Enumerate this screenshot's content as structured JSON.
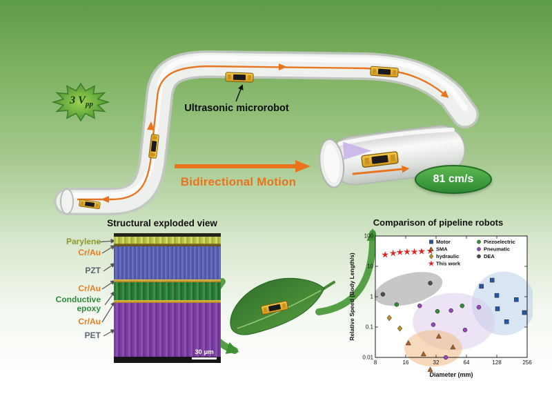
{
  "scene": {
    "voltage_text": "3 V",
    "voltage_sub": "pp",
    "microrobot_label": "Ultrasonic microrobot",
    "motion_label": "Bidirectional Motion",
    "speed_badge": "81 cm/s"
  },
  "colors": {
    "accent_orange": "#e8751e",
    "accent_green": "#3f8f33",
    "badge_green": "#2c8a33",
    "tube_gray": "#e7eae7"
  },
  "exploded_view": {
    "title": "Structural exploded view",
    "scale_bar": "30 μm",
    "layers": [
      {
        "label": "Parylene",
        "color": "#8f9a27"
      },
      {
        "label": "Cr/Au",
        "color": "#e87c1e"
      },
      {
        "label": "PZT",
        "color": "#5c6370"
      },
      {
        "label": "Cr/Au",
        "color": "#e87c1e"
      },
      {
        "label": "Conductive epoxy",
        "color": "#2e8b3d"
      },
      {
        "label": "Cr/Au",
        "color": "#e87c1e"
      },
      {
        "label": "PET",
        "color": "#5c6370"
      }
    ]
  },
  "chart_data": {
    "type": "scatter",
    "title": "Comparison of pipeline robots",
    "xlabel": "Diameter (mm)",
    "ylabel": "Relative Speed (Body Length/s)",
    "xscale": "log2",
    "yscale": "log10",
    "xlim": [
      8,
      256
    ],
    "ylim": [
      0.01,
      100
    ],
    "xticks": [
      8,
      16,
      32,
      64,
      128,
      256
    ],
    "yticks": [
      100,
      10,
      1,
      0.1,
      0.01
    ],
    "legend_position": "top-inside, two columns",
    "series": [
      {
        "name": "Motor",
        "marker": "square",
        "color": "#2457a8",
        "points": [
          [
            90,
            2.2
          ],
          [
            115,
            3.5
          ],
          [
            128,
            1.1
          ],
          [
            130,
            0.4
          ],
          [
            160,
            0.15
          ],
          [
            200,
            0.8
          ],
          [
            240,
            0.3
          ]
        ]
      },
      {
        "name": "SMA",
        "marker": "triangle",
        "color": "#b06020",
        "points": [
          [
            17,
            0.03
          ],
          [
            24,
            0.013
          ],
          [
            34,
            0.05
          ],
          [
            47,
            0.022
          ],
          [
            28,
            0.004
          ]
        ]
      },
      {
        "name": "hydraulic",
        "marker": "diamond",
        "color": "#b8912a",
        "points": [
          [
            11,
            0.2
          ],
          [
            14,
            0.09
          ]
        ]
      },
      {
        "name": "This work",
        "marker": "star",
        "color": "#e02020",
        "points": [
          [
            10,
            24
          ],
          [
            12,
            27
          ],
          [
            14,
            29
          ],
          [
            16.5,
            30
          ],
          [
            19.5,
            30
          ],
          [
            23,
            31
          ],
          [
            28,
            32
          ]
        ]
      },
      {
        "name": "Piezoelectric",
        "marker": "circle",
        "color": "#2f8f3a",
        "points": [
          [
            13,
            0.55
          ],
          [
            33,
            0.33
          ],
          [
            58,
            0.5
          ]
        ]
      },
      {
        "name": "Pneumatic",
        "marker": "circle",
        "color": "#9447b8",
        "points": [
          [
            22,
            0.5
          ],
          [
            30,
            0.12
          ],
          [
            45,
            0.35
          ],
          [
            62,
            0.08
          ],
          [
            85,
            0.45
          ],
          [
            40,
            0.01
          ]
        ]
      },
      {
        "name": "DEA",
        "marker": "circle",
        "color": "#4d4d4d",
        "points": [
          [
            9.5,
            1.2
          ],
          [
            28,
            2.8
          ]
        ]
      }
    ],
    "regions": [
      {
        "cx": 17,
        "cy": 1.8,
        "rx_octaves": 1.15,
        "ry_decades": 0.5,
        "rotate_deg": -14,
        "color": "#8f8f8f",
        "opacity": 0.5
      },
      {
        "cx": 150,
        "cy": 0.6,
        "rx_octaves": 1.05,
        "ry_decades": 1.05,
        "rotate_deg": 0,
        "color": "#b9cfe8",
        "opacity": 0.55
      },
      {
        "cx": 48,
        "cy": 0.15,
        "rx_octaves": 1.35,
        "ry_decades": 0.95,
        "rotate_deg": 0,
        "color": "#d9c7ec",
        "opacity": 0.5
      },
      {
        "cx": 30,
        "cy": 0.02,
        "rx_octaves": 0.95,
        "ry_decades": 0.6,
        "rotate_deg": 0,
        "color": "#f2c08e",
        "opacity": 0.6
      }
    ]
  }
}
